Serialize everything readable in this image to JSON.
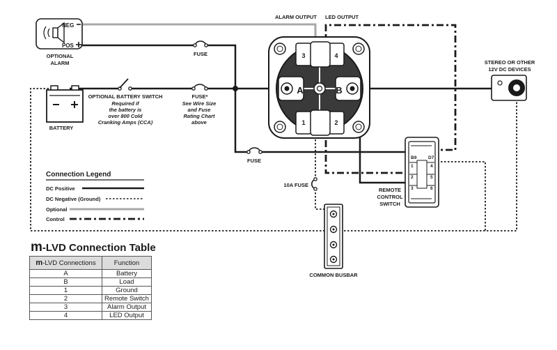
{
  "labels": {
    "neg": "NEG",
    "pos": "POS",
    "optional_alarm_1": "OPTIONAL",
    "optional_alarm_2": "ALARM",
    "alarm_output": "ALARM OUTPUT",
    "led_output": "LED OUTPUT",
    "fuse_top": "FUSE",
    "fuse_mid": "FUSE*",
    "fuse_note": [
      "See Wire Size",
      "and Fuse",
      "Rating Chart",
      "above"
    ],
    "fuse_bottom": "FUSE",
    "fuse_10a": "10A FUSE",
    "battery": "BATTERY",
    "battery_switch_title": "OPTIONAL BATTERY SWITCH",
    "battery_switch_note": [
      "Required if",
      "the battery is",
      "over 800 Cold",
      "Cranking Amps (CCA)"
    ],
    "stereo": [
      "STEREO OR OTHER",
      "12V DC DEVICES"
    ],
    "remote_switch": [
      "REMOTE",
      "CONTROL",
      "SWITCH"
    ],
    "common_busbar": "COMMON BUSBAR",
    "terminal_a": "A",
    "terminal_b": "B",
    "terminal_1": "1",
    "terminal_2": "2",
    "terminal_3": "3",
    "terminal_4": "4",
    "rocker_pins": [
      "B9",
      "D7",
      "1",
      "4",
      "2",
      "5",
      "3",
      "6"
    ]
  },
  "legend": {
    "title": "Connection Legend",
    "items": [
      {
        "label": "DC Positive",
        "style": "solid",
        "color": "#1a1a1a"
      },
      {
        "label": "DC Negative (Ground)",
        "style": "dotted",
        "color": "#1a1a1a"
      },
      {
        "label": "Optional",
        "style": "solid",
        "color": "#a8a8a8"
      },
      {
        "label": "Control",
        "style": "dashdot",
        "color": "#1a1a1a"
      }
    ]
  },
  "table": {
    "title_prefix": "m",
    "title_rest": "-LVD Connection Table",
    "header_prefix": "m",
    "header_rest": "-LVD Connections",
    "header_function": "Function",
    "rows": [
      {
        "connection": "A",
        "function": "Battery"
      },
      {
        "connection": "B",
        "function": "Load"
      },
      {
        "connection": "1",
        "function": "Ground"
      },
      {
        "connection": "2",
        "function": "Remote Switch"
      },
      {
        "connection": "3",
        "function": "Alarm Output"
      },
      {
        "connection": "4",
        "function": "LED Output"
      }
    ]
  },
  "colors": {
    "ink": "#1a1a1a",
    "optional_wire": "#a8a8a8",
    "device_fill": "#3a3a3a",
    "table_header": "#dcdcdc"
  }
}
